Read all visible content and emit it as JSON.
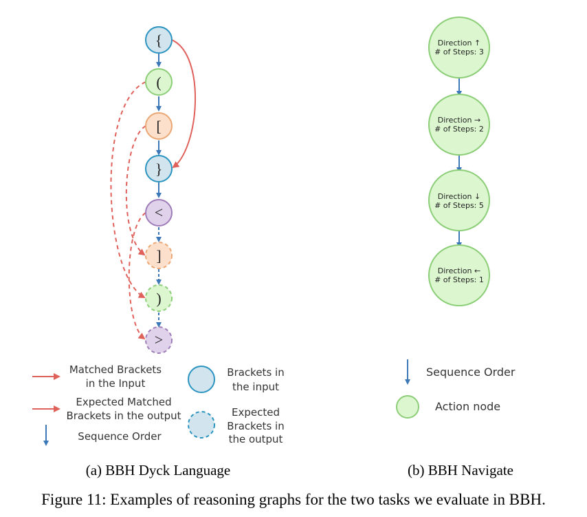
{
  "colors": {
    "blue_fill": "#d2e5ee",
    "blue_stroke": "#2a93c0",
    "green_fill": "#dcf7d0",
    "green_stroke": "#8ccd78",
    "orange_fill": "#fde0cc",
    "orange_stroke": "#eaa774",
    "purple_fill": "#e0d2ea",
    "purple_stroke": "#9d7cb8",
    "red_arrow": "#e0605a",
    "seq_arrow": "#3c78b8"
  },
  "dyck": {
    "nodes": [
      {
        "label": "{",
        "kind": "input",
        "color": "blue"
      },
      {
        "label": "(",
        "kind": "input",
        "color": "green"
      },
      {
        "label": "[",
        "kind": "input",
        "color": "orange"
      },
      {
        "label": "}",
        "kind": "input",
        "color": "blue"
      },
      {
        "label": "<",
        "kind": "input",
        "color": "purple"
      },
      {
        "label": "]",
        "kind": "output",
        "color": "orange"
      },
      {
        "label": ")",
        "kind": "output",
        "color": "green"
      },
      {
        "label": ">",
        "kind": "output",
        "color": "purple"
      }
    ],
    "legend": {
      "matched_line1": "Matched Brackets",
      "matched_line2": "in the Input",
      "expected_line1": "Expected Matched",
      "expected_line2": "Brackets in the output",
      "sequence": "Sequence Order",
      "brackets_input_line1": "Brackets in",
      "brackets_input_line2": "the input",
      "expected_out_line1": "Expected",
      "expected_out_line2": "Brackets in",
      "expected_out_line3": "the output"
    },
    "caption": "(a) BBH Dyck Language"
  },
  "navigate": {
    "nodes": [
      {
        "direction": "Direction ↑",
        "steps": "# of Steps: 3"
      },
      {
        "direction": "Direction →",
        "steps": "# of Steps: 2"
      },
      {
        "direction": "Direction ↓",
        "steps": "# of Steps: 5"
      },
      {
        "direction": "Direction ←",
        "steps": "# of Steps: 1"
      }
    ],
    "legend": {
      "sequence": "Sequence Order",
      "action": "Action node"
    },
    "caption": "(b) BBH Navigate"
  },
  "figure_caption": "Figure 11: Examples of reasoning graphs for the two tasks we evaluate in BBH."
}
